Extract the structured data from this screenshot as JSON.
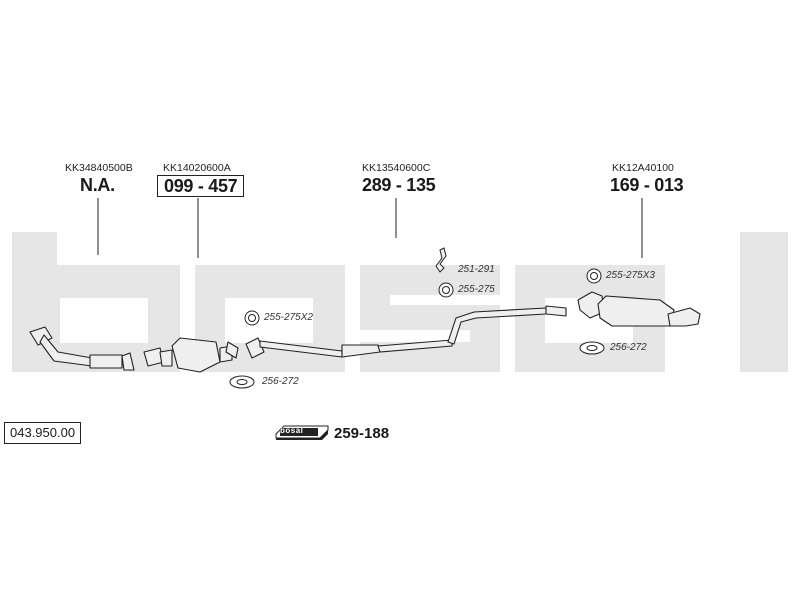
{
  "watermark": "bosal",
  "catalog_number": "043.950.00",
  "parts": [
    {
      "code": "KK34840500B",
      "number": "N.A.",
      "boxed": false
    },
    {
      "code": "KK14020600A",
      "number": "099 - 457",
      "boxed": true
    },
    {
      "code": "KK13540600C",
      "number": "289 - 135",
      "boxed": false
    },
    {
      "code": "KK12A40100",
      "number": "169 - 013",
      "boxed": false
    }
  ],
  "accessories": [
    {
      "ref": "255-275X2",
      "icon": "clamp-icon"
    },
    {
      "ref": "256-272",
      "icon": "gasket-icon"
    },
    {
      "ref": "251-291",
      "icon": "hanger-icon"
    },
    {
      "ref": "255-275",
      "icon": "clamp-icon"
    },
    {
      "ref": "255-275X3",
      "icon": "clamp-icon"
    },
    {
      "ref": "256-272",
      "icon": "gasket-icon"
    }
  ],
  "assembly_kit": {
    "brand": "bosal",
    "number": "259-188"
  },
  "colors": {
    "line": "#222222",
    "watermark": "#e6e6e6",
    "part_fill": "#efefef"
  }
}
